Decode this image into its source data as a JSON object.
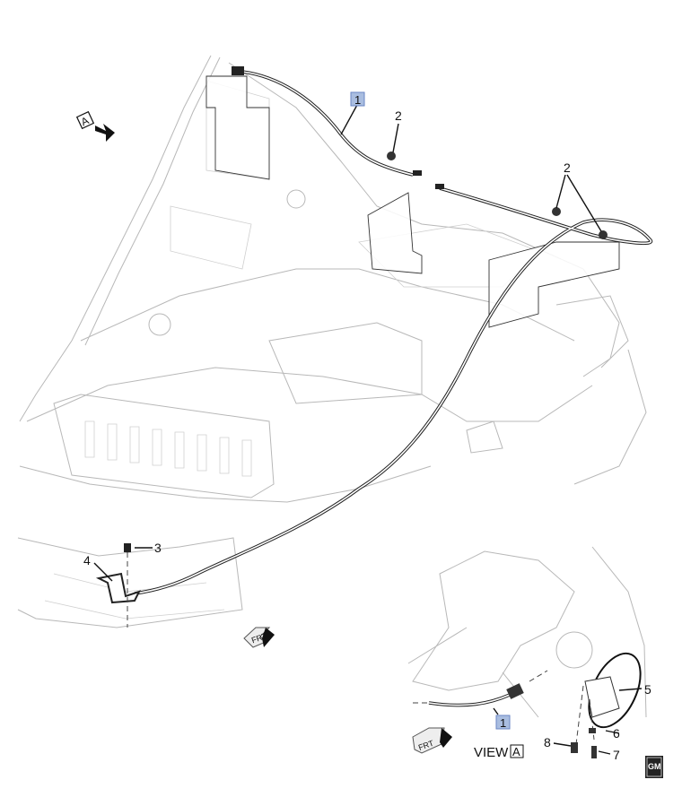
{
  "callouts": {
    "c1_main": "1",
    "c2_top": "2",
    "c2_right": "2",
    "c3": "3",
    "c4": "4",
    "c5": "5",
    "c6": "6",
    "c7": "7",
    "c8": "8",
    "c1_view": "1"
  },
  "view_marker": "A",
  "view_label": "VIEW",
  "view_letter": "A",
  "front_arrow_label": "FRT",
  "front_arrow_label_view": "FRT",
  "logo": "GM"
}
